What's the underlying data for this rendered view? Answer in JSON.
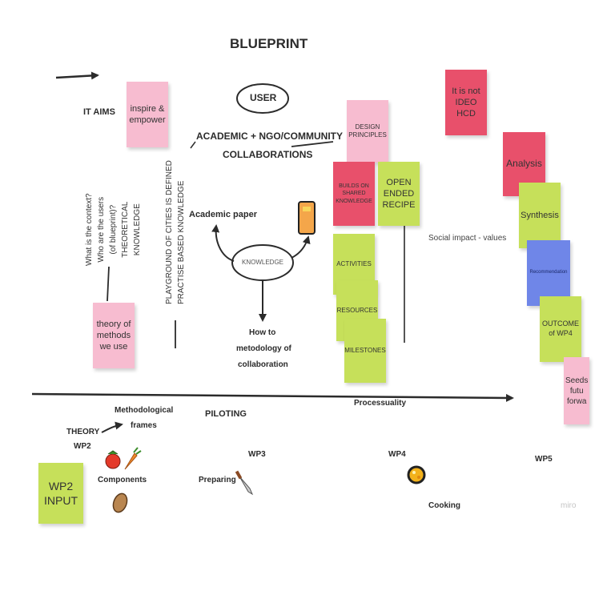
{
  "board": {
    "title": "BLUEPRINT",
    "it_aims": "IT AIMS",
    "user": "USER",
    "collab_line1": "ACADEMIC + NGO/COMMUNITY",
    "collab_line2": "COLLABORATIONS",
    "academic_paper": "Academic paper",
    "knowledge": "KNOWLEDGE",
    "howto_line1": "How to",
    "howto_line2": "metodology of",
    "howto_line3": "collaboration",
    "social_impact": "Social impact - values",
    "processuality": "Processuality",
    "methodological_line1": "Methodological",
    "methodological_line2": "frames",
    "piloting": "PILOTING",
    "theory": "THEORY",
    "wp2": "WP2",
    "components": "Components",
    "wp3": "WP3",
    "preparing": "Preparing",
    "wp4": "WP4",
    "cooking": "Cooking",
    "wp5": "WP5",
    "miro": "miro",
    "vertical_context_line1": "What is the context?",
    "vertical_context_line2": "Who are the users",
    "vertical_context_line3": "(of blueprint)?",
    "vertical_context_line4": "THEORETICAL",
    "vertical_context_line5": "KNOWLEDGE",
    "vertical_playground_line1": "PLAYGROUND OF CITIES IS DEFINED",
    "vertical_playground_line2": "PRACTISE BASED KNOWLEDGE"
  },
  "notes": {
    "inspire": "inspire & empower",
    "theory_methods": "theory of methods we use",
    "design_principles": "DESIGN PRINCIPLES",
    "builds_on": "BUILDS ON SHARED KNOWLEDGE",
    "open_ended": "OPEN ENDED RECIPE",
    "activities": "ACTIVITIES",
    "resources": "RESOURCES",
    "milestones": "MILESTONES",
    "not_ideo": "It is not IDEO HCD",
    "analysis": "Analysis",
    "synthesis": "Synthesis",
    "recommendation": "Recommendation",
    "outcome": "OUTCOME of WP4",
    "seeds": "Seeds futu forwa",
    "wp2_input": "WP2 INPUT"
  },
  "colors": {
    "pink": "#f7bcd0",
    "red": "#e8506b",
    "green": "#c6e05a",
    "blue": "#6f86e8",
    "ink": "#2b2b2b"
  },
  "icons": [
    "tablet-icon",
    "tomato-icon",
    "carrot-icon",
    "potato-icon",
    "knife-icon",
    "pan-icon"
  ]
}
